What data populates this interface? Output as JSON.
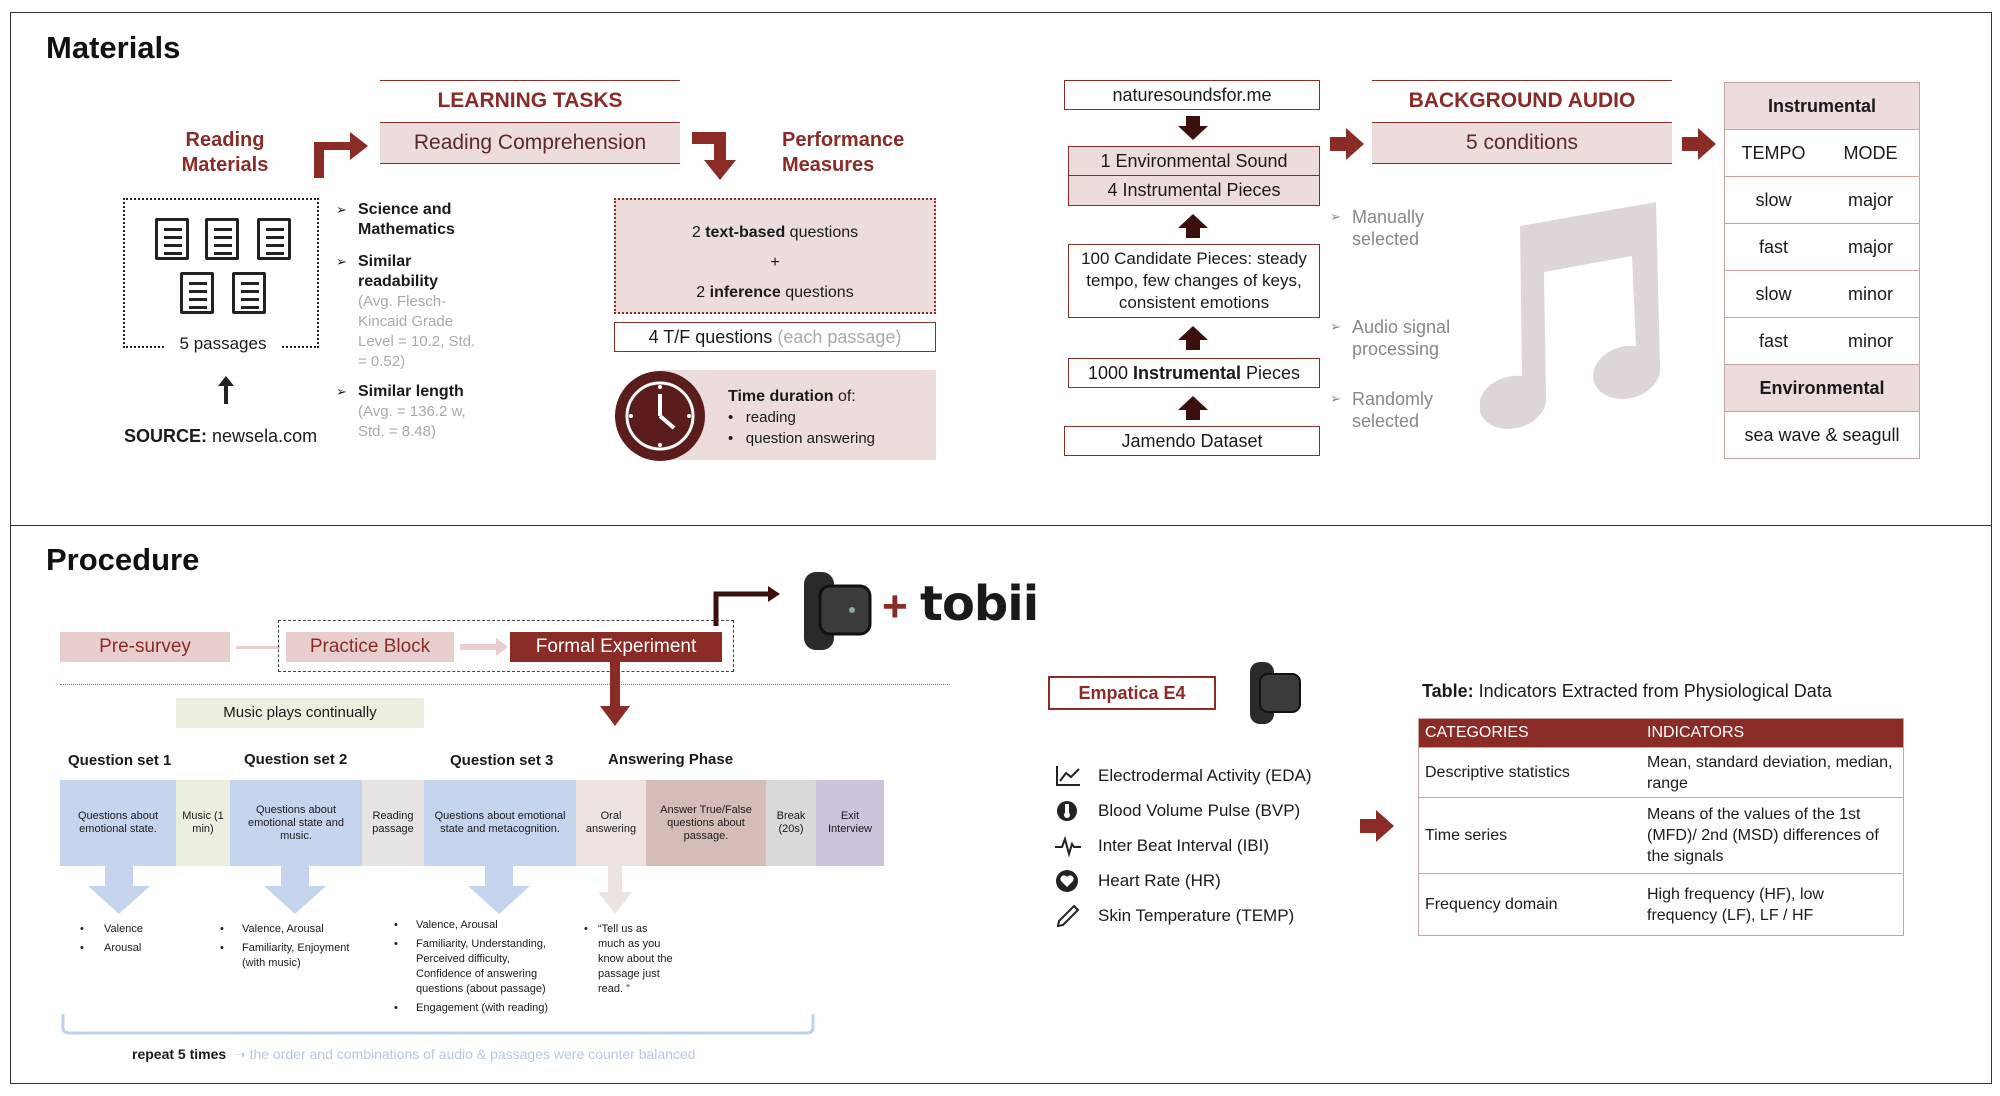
{
  "materials": {
    "title": "Materials",
    "reading_materials": "Reading Materials",
    "passages_label": "5 passages",
    "source_label": "SOURCE:",
    "source_value": "newsela.com",
    "learning_tasks_title": "LEARNING TASKS",
    "reading_comprehension": "Reading Comprehension",
    "performance_measures": "Performance Measures",
    "props": [
      {
        "title": "Science and Mathematics",
        "detail": ""
      },
      {
        "title": "Similar readability",
        "detail": "(Avg. Flesch-Kincaid Grade Level = 10.2, Std. = 0.52)"
      },
      {
        "title": "Similar length",
        "detail": "(Avg. = 136.2 w, Std. = 8.48)"
      }
    ],
    "questions_box": {
      "line1_pre": "2 ",
      "line1_bold": "text-based",
      "line1_post": " questions",
      "plus": "+",
      "line2_pre": "2 ",
      "line2_bold": "inference",
      "line2_post": " questions"
    },
    "tf_questions": "4 T/F questions",
    "tf_note": "(each passage)",
    "time_duration_title": "Time duration",
    "time_duration_of": " of:",
    "time_items": [
      "reading",
      "question answering"
    ],
    "audio_chain": {
      "source_site": "naturesoundsfor.me",
      "env_sound": "1 Environmental Sound",
      "instr_pieces": "4 Instrumental Pieces",
      "candidate": "100 Candidate Pieces: steady tempo, few changes of keys, consistent emotions",
      "thousand_pre": "1000 ",
      "thousand_bold": "Instrumental",
      "thousand_post": " Pieces",
      "jamendo": "Jamendo Dataset",
      "notes": [
        "Manually selected",
        "Audio signal processing",
        "Randomly selected"
      ]
    },
    "background_audio_title": "BACKGROUND AUDIO",
    "conditions": "5 conditions",
    "conditions_table": {
      "instrumental_header": "Instrumental",
      "col_headers": [
        "TEMPO",
        "MODE"
      ],
      "rows": [
        [
          "slow",
          "major"
        ],
        [
          "fast",
          "major"
        ],
        [
          "slow",
          "minor"
        ],
        [
          "fast",
          "minor"
        ]
      ],
      "environmental_header": "Environmental",
      "env_row": "sea wave & seagull"
    }
  },
  "procedure": {
    "title": "Procedure",
    "pre_survey": "Pre-survey",
    "practice_block": "Practice Block",
    "formal_experiment": "Formal Experiment",
    "tobii_logo": "tobii",
    "music_plays": "Music plays continually",
    "set_headers": [
      "Question set 1",
      "Question set 2",
      "Question set 3",
      "Answering Phase"
    ],
    "bands": [
      {
        "label": "Questions about emotional state.",
        "color": "#c6d5ee"
      },
      {
        "label": "Music (1 min)",
        "color": "#eaf0dd"
      },
      {
        "label": "Questions about emotional state and music.",
        "color": "#c6d5ee"
      },
      {
        "label": "Reading passage",
        "color": "#e8e4e1"
      },
      {
        "label": "Questions about emotional state and metacognition.",
        "color": "#c6d5ee"
      },
      {
        "label": "Oral answering",
        "color": "#ede4e2"
      },
      {
        "label": "Answer True/False questions about passage.",
        "color": "#d4bdb6"
      },
      {
        "label": "Break (20s)",
        "color": "#d9d9d9"
      },
      {
        "label": "Exit Interview",
        "color": "#cdc3dc"
      }
    ],
    "set1_items": [
      "Valence",
      "Arousal"
    ],
    "set2_items": [
      "Valence, Arousal",
      "Familiarity, Enjoyment (with music)"
    ],
    "set3_items": [
      "Valence, Arousal",
      "Familiarity, Understanding, Perceived difficulty, Confidence of answering questions (about passage)",
      "Engagement (with reading)"
    ],
    "answer_quote": "“Tell us as much as you know about the passage just read. ”",
    "repeat_label": "repeat 5 times",
    "repeat_note": "the order and combinations of audio & passages were counter balanced",
    "empatica_label": "Empatica E4",
    "indicators": [
      {
        "icon": "chart-line-icon",
        "label": "Electrodermal Activity (EDA)"
      },
      {
        "icon": "thermometer-circle-icon",
        "label": "Blood Volume Pulse (BVP)"
      },
      {
        "icon": "pulse-icon",
        "label": "Inter Beat Interval (IBI)"
      },
      {
        "icon": "heart-rate-icon",
        "label": "Heart Rate (HR)"
      },
      {
        "icon": "thermometer-icon",
        "label": "Skin Temperature (TEMP)"
      }
    ],
    "table_caption_bold": "Table:",
    "table_caption": " Indicators Extracted from Physiological Data",
    "table_headers": [
      "CATEGORIES",
      "INDICATORS"
    ],
    "table_rows": [
      [
        "Descriptive statistics",
        "Mean, standard deviation, median, range"
      ],
      [
        "Time series",
        "Means of the values of the 1st (MFD)/ 2nd (MSD) differences of the signals"
      ],
      [
        "Frequency domain",
        "High frequency (HF), low frequency (LF), LF / HF"
      ]
    ]
  },
  "colors": {
    "maroon": "#8b2b26",
    "pink": "#ecdcdc",
    "text": "#1a1a1a"
  }
}
